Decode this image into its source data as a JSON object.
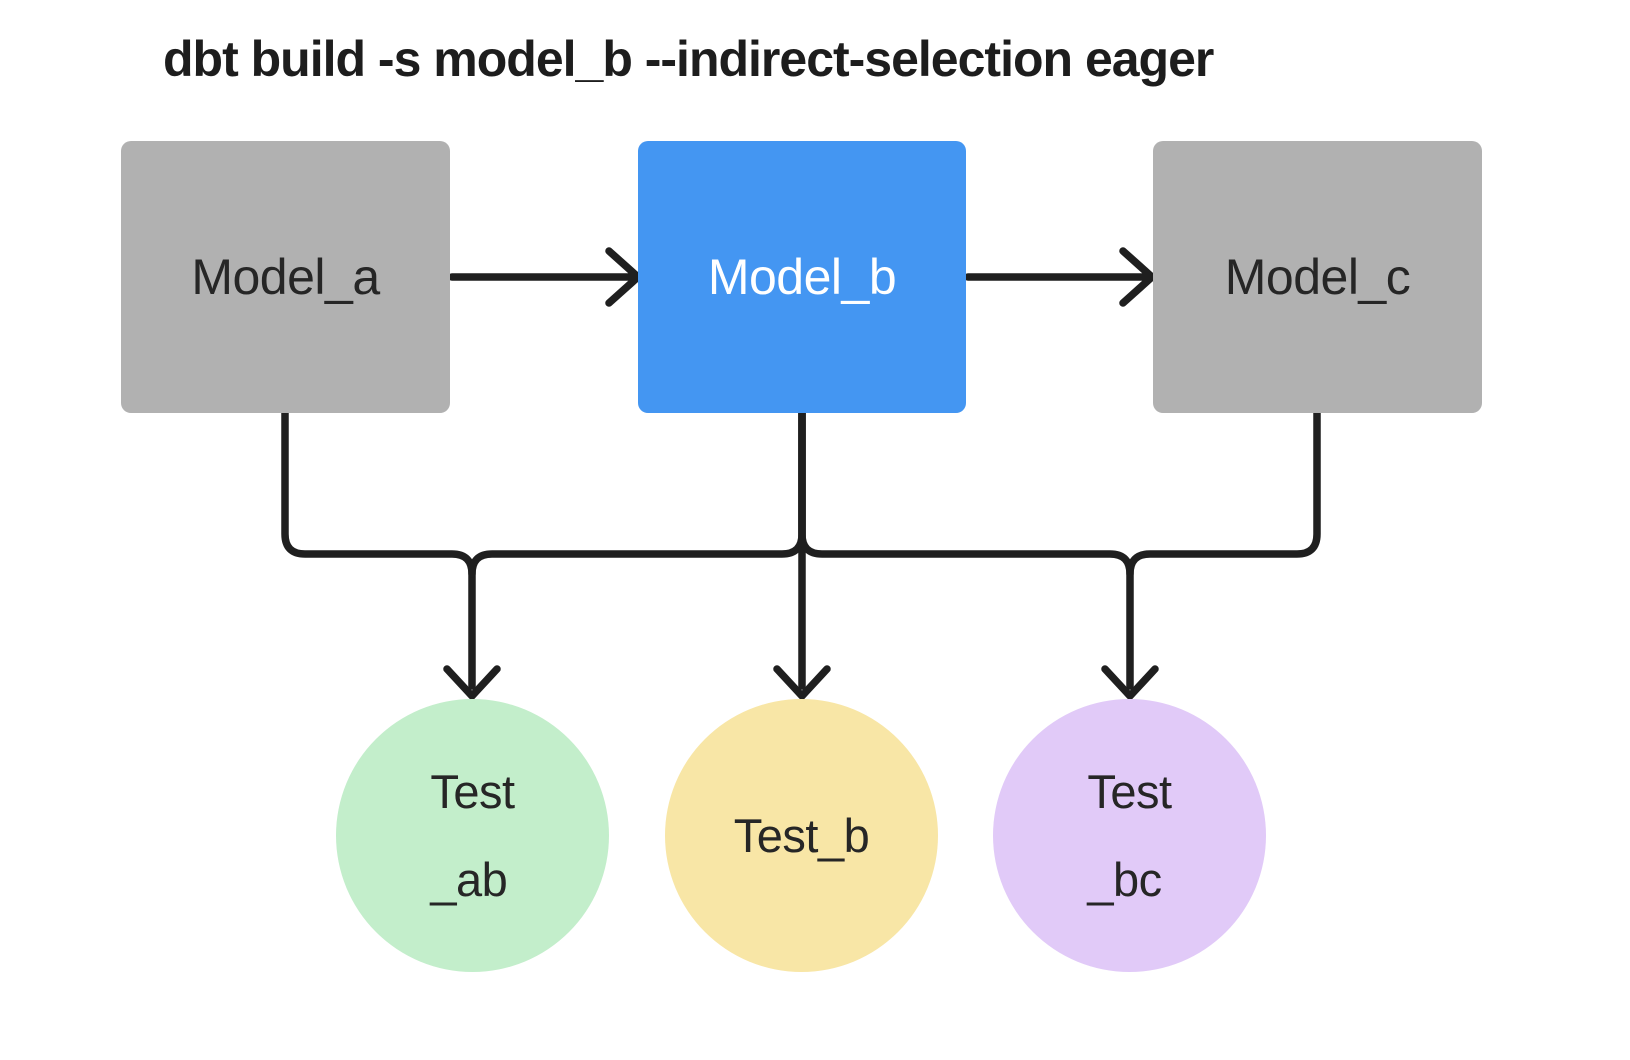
{
  "title": "dbt build -s model_b --indirect-selection eager",
  "colors": {
    "background": "#ffffff",
    "edge": "#1f1f1f",
    "title_text": "#1d1d1d"
  },
  "models": [
    {
      "label": "Model_a",
      "fill": "#b1b1b1",
      "text_color": "#262626"
    },
    {
      "label": "Model_b",
      "fill": "#4496f2",
      "text_color": "#ffffff"
    },
    {
      "label": "Model_c",
      "fill": "#b1b1b1",
      "text_color": "#262626"
    }
  ],
  "tests": [
    {
      "line1": "Test",
      "line2": "_ab",
      "fill": "#c3eecb",
      "text_color": "#262626"
    },
    {
      "line1": "Test_b",
      "line2": "",
      "fill": "#f8e6a6",
      "text_color": "#262626"
    },
    {
      "line1": "Test",
      "line2": "_bc",
      "fill": "#e1caf8",
      "text_color": "#262626"
    }
  ],
  "edges": {
    "model_flow": [
      "Model_a → Model_b",
      "Model_b → Model_c"
    ],
    "test_edges": [
      "Model_a → Test_ab",
      "Model_b → Test_ab",
      "Model_b → Test_b",
      "Model_b → Test_bc",
      "Model_c → Test_bc"
    ]
  }
}
